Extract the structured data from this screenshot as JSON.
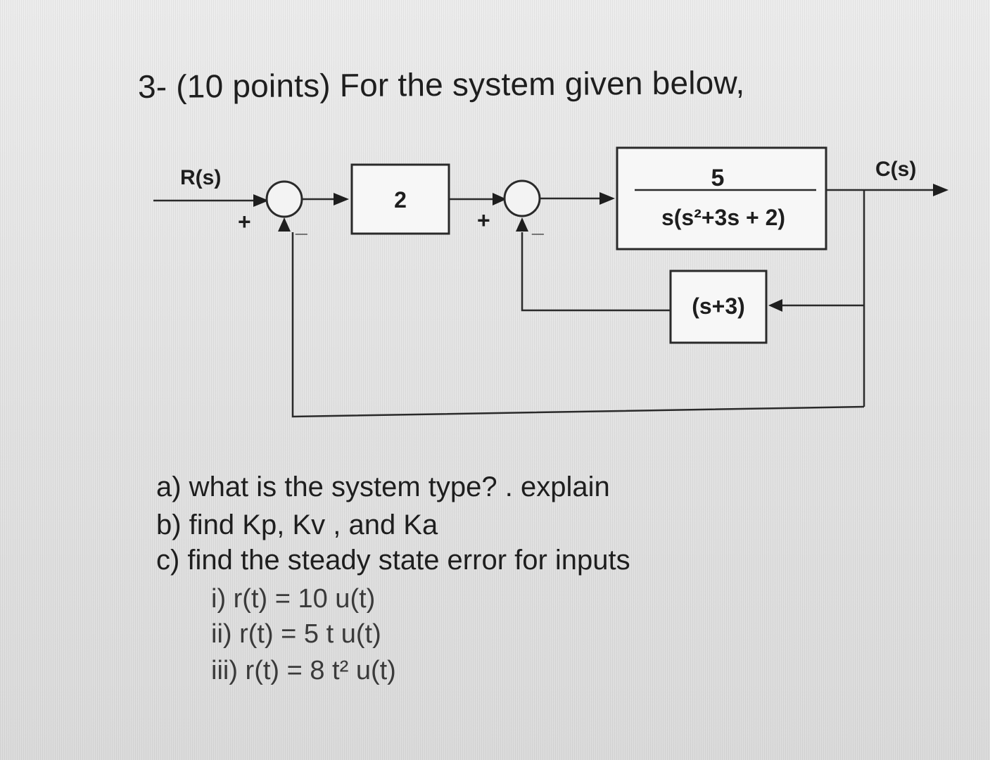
{
  "title": "3- (10 points) For the system given below,",
  "diagram": {
    "input_label": "R(s)",
    "output_label": "C(s)",
    "gain_block": "2",
    "plant": {
      "numerator": "5",
      "denominator": "s(s²+3s + 2)"
    },
    "feedback_block": "(s+3)",
    "sum1_signs": {
      "plus": "+",
      "minus": "_"
    },
    "sum2_signs": {
      "plus": "+",
      "minus": "_"
    }
  },
  "questions": {
    "a": "a) what is the system type? . explain",
    "b": "b) find Kp, Kv , and Ka",
    "c": "c) find the steady state error for inputs",
    "c_items": [
      "i) r(t) = 10 u(t)",
      "ii) r(t) = 5 t u(t)",
      "iii) r(t) = 8 t² u(t)"
    ]
  }
}
